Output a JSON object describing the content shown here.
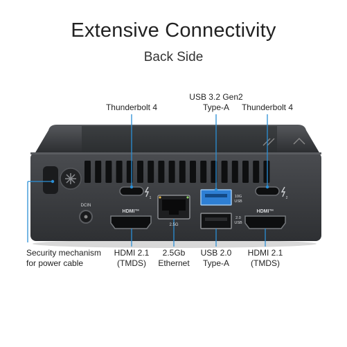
{
  "title": "Extensive Connectivity",
  "subtitle": "Back Side",
  "callouts": {
    "usb32": {
      "line1": "USB 3.2 Gen2",
      "line2": "Type-A"
    },
    "tb_left": "Thunderbolt 4",
    "tb_right": "Thunderbolt 4",
    "security": {
      "line1": "Security mechanism",
      "line2": "for power cable"
    },
    "hdmi_left": {
      "line1": "HDMI 2.1",
      "line2": "(TMDS)"
    },
    "ethernet": {
      "line1": "2.5Gb",
      "line2": "Ethernet"
    },
    "usb20": {
      "line1": "USB 2.0",
      "line2": "Type-A"
    },
    "hdmi_right": {
      "line1": "HDMI 2.1",
      "line2": "(TMDS)"
    }
  },
  "device_markings": {
    "dcin": "DCIN",
    "hdmi_left": "HDMI™",
    "hdmi_right": "HDMI™",
    "lan_speed": "2.5G",
    "usb_10g_top": "10G",
    "usb_10g_bottom": "USB",
    "usb2_top": "2.0",
    "usb2_bottom": "USB",
    "tb_left_num": "1",
    "tb_right_num": "2"
  },
  "colors": {
    "callout_line": "#2b8fd6",
    "chassis": "#3a3c3f",
    "usb3_port": "#2e7fd4"
  }
}
